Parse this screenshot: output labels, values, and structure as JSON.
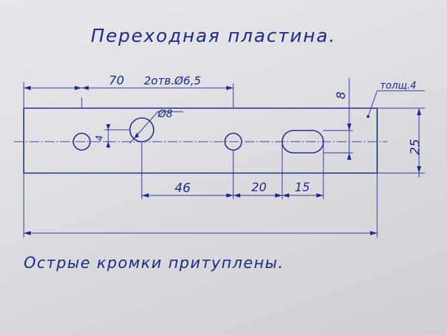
{
  "drawing": {
    "title": "Переходная пластина.",
    "note": "Острые кромки притуплены.",
    "dimensions": {
      "hole_pos": "70",
      "hole_spec": "2отв.Ø6,5",
      "slot_height": "8",
      "thickness": "толщ.4",
      "plate_height": "25",
      "large_hole": "Ø8",
      "small_offset": "4",
      "dist_46": "46",
      "dist_20": "20",
      "slot_len": "15"
    }
  },
  "colors": {
    "ink": "#1c2a8a",
    "paper": "#e4e3e8"
  }
}
